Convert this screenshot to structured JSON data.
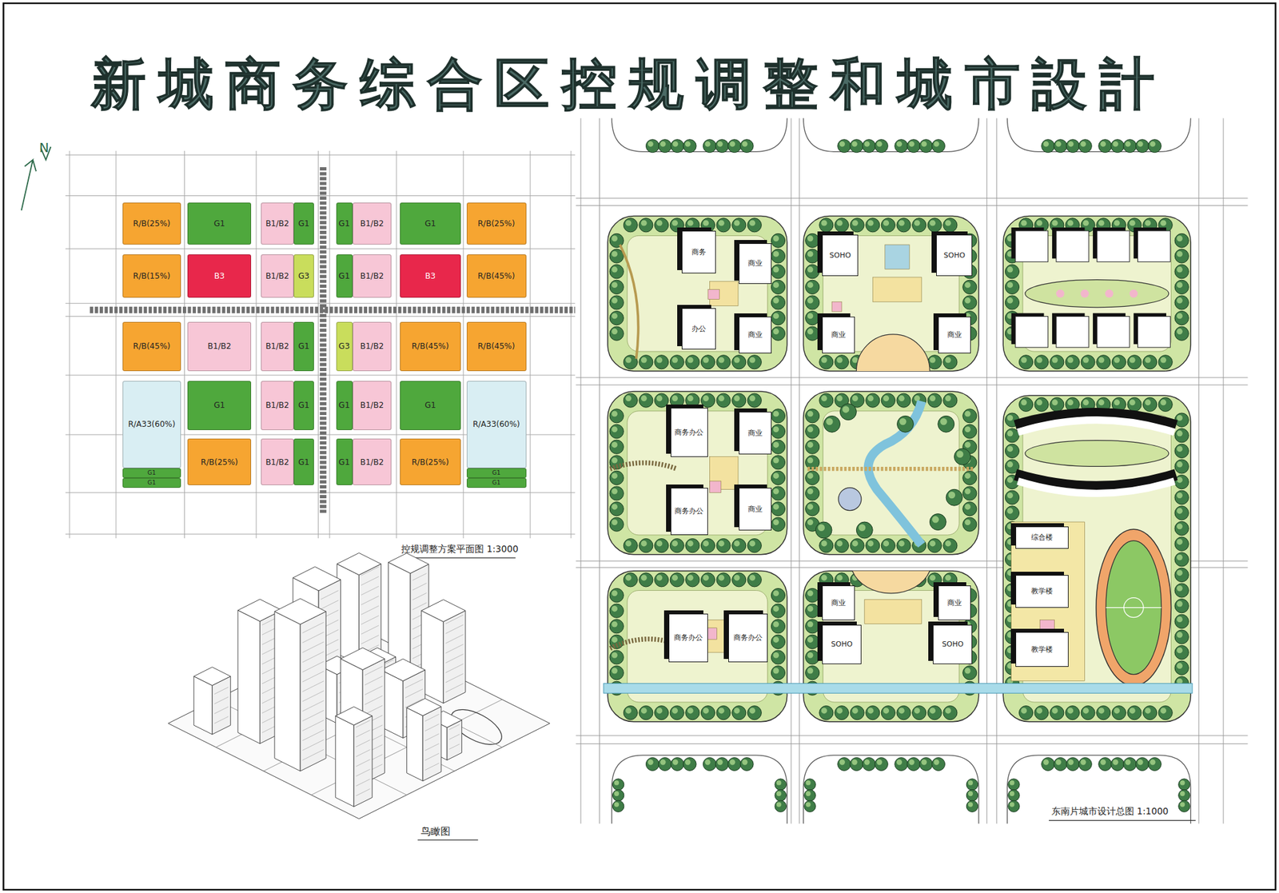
{
  "diagram": {
    "title": "新城商务综合区控规调整和城市設計",
    "nodes": [
      {
        "text": [
          "R/B(25%)"
        ]
      },
      {
        "text": [
          "G1"
        ]
      },
      {
        "text": [
          "B1/B2"
        ]
      },
      {
        "text": [
          "G1"
        ]
      },
      {
        "text": [
          "G1"
        ]
      },
      {
        "text": [
          "B1/B2"
        ]
      },
      {
        "text": [
          "G1"
        ]
      },
      {
        "text": [
          "R/B(25%)"
        ]
      },
      {
        "text": [
          "R/B(15%)"
        ]
      },
      {
        "text": [
          "B3"
        ]
      },
      {
        "text": [
          "B1/B2"
        ]
      },
      {
        "text": [
          "G3"
        ]
      },
      {
        "text": [
          "G1"
        ]
      },
      {
        "text": [
          "B1/B2"
        ]
      },
      {
        "text": [
          "B3"
        ]
      },
      {
        "text": [
          "R/B(45%)"
        ]
      },
      {
        "text": [
          "R/B(45%)"
        ]
      },
      {
        "text": [
          "B1/B2"
        ]
      },
      {
        "text": [
          "B1/B2"
        ]
      },
      {
        "text": [
          "G1"
        ]
      },
      {
        "text": [
          "G3"
        ]
      },
      {
        "text": [
          "B1/B2"
        ]
      },
      {
        "text": [
          "R/B(45%)"
        ]
      },
      {
        "text": [
          "R/B(45%)"
        ]
      },
      {
        "text": [
          "R/A33(60%)"
        ]
      },
      {
        "text": [
          "G1"
        ]
      },
      {
        "text": [
          "B1/B2"
        ]
      },
      {
        "text": [
          "G1"
        ]
      },
      {
        "text": [
          "G1"
        ]
      },
      {
        "text": [
          "B1/B2"
        ]
      },
      {
        "text": [
          "G1"
        ]
      },
      {
        "text": [
          "R/A33(60%)"
        ]
      },
      {
        "text": [
          "G1"
        ]
      },
      {
        "text": [
          "G1"
        ]
      },
      {
        "text": [
          "R/B(25%)"
        ]
      },
      {
        "text": [
          "B1/B2"
        ]
      },
      {
        "text": [
          "G1"
        ]
      },
      {
        "text": [
          "G1"
        ]
      },
      {
        "text": [
          "B1/B2"
        ]
      },
      {
        "text": [
          "R/B(25%)"
        ]
      },
      {
        "text": [
          "G1"
        ]
      },
      {
        "text": [
          "G1"
        ]
      },
      {
        "text": [
          "商务"
        ]
      },
      {
        "text": [
          "商业"
        ]
      },
      {
        "text": [
          "办公"
        ]
      },
      {
        "text": [
          "商业"
        ]
      },
      {
        "text": [
          "SOHO"
        ]
      },
      {
        "text": [
          "SOHO"
        ]
      },
      {
        "text": [
          "商业"
        ]
      },
      {
        "text": [
          "商业"
        ]
      },
      {
        "text": [
          "商务办公"
        ]
      },
      {
        "text": [
          "商业"
        ]
      },
      {
        "text": [
          "商务办公"
        ]
      },
      {
        "text": [
          "商业"
        ]
      },
      {
        "text": [
          "商务办公"
        ]
      },
      {
        "text": [
          "商务办公"
        ]
      },
      {
        "text": [
          "商业"
        ]
      },
      {
        "text": [
          "商业"
        ]
      },
      {
        "text": [
          "SOHO"
        ]
      },
      {
        "text": [
          "SOHO"
        ]
      },
      {
        "text": [
          "综合楼"
        ]
      },
      {
        "text": [
          "教学楼"
        ]
      },
      {
        "text": [
          "教学楼"
        ]
      }
    ],
    "labels": [
      "N",
      "控规调整方案平面图 1:3000",
      "鸟瞰图",
      "东南片城市设计总图 1:1000"
    ]
  }
}
